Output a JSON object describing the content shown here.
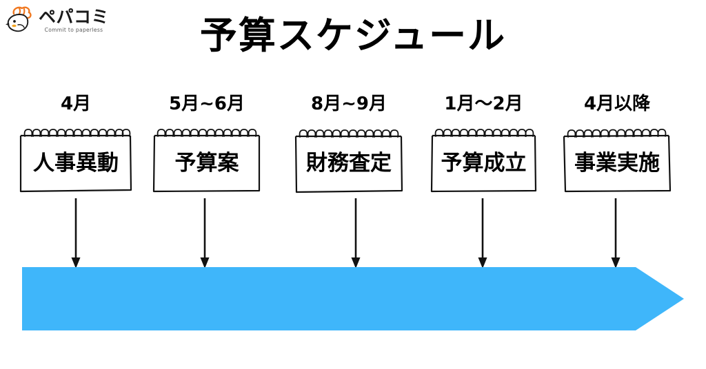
{
  "logo": {
    "icon_name": "pepacomi-bird-logo",
    "wordmark": "ペパコミ",
    "tagline": "Commit to paperless",
    "accent_color": "#F07820",
    "text_color": "#1a1a1a"
  },
  "header": {
    "title": "予算スケジュール"
  },
  "timeline": {
    "bar_color": "#3FB6FA",
    "line_color": "#111111",
    "card_fill": "#FFFFFF",
    "card_stroke": "#111111",
    "steps": [
      {
        "period": "4月",
        "label": "人事異動"
      },
      {
        "period": "5月~6月",
        "label": "予算案"
      },
      {
        "period": "8月~9月",
        "label": "財務査定"
      },
      {
        "period": "1月〜2月",
        "label": "予算成立"
      },
      {
        "period": "4月以降",
        "label": "事業実施"
      }
    ]
  }
}
